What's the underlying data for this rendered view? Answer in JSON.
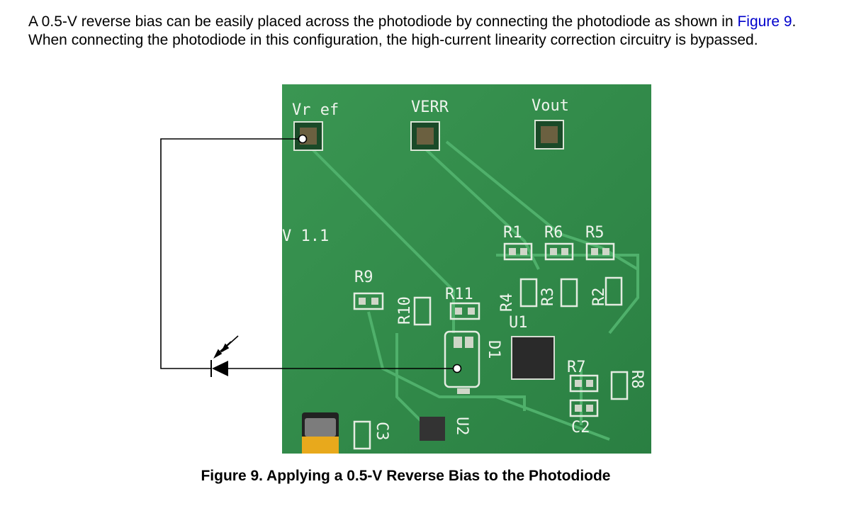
{
  "paragraph": {
    "text_before": "A 0.5-V reverse bias can be easily placed across the photodiode by connecting the photodiode as shown in ",
    "link_text": "Figure 9",
    "text_after": ". When connecting the photodiode in this configuration, the high-current linearity correction circuitry is bypassed."
  },
  "figure": {
    "caption": "Figure 9. Applying a 0.5-V Reverse Bias to the Photodiode",
    "board_labels": {
      "vref": "Vr ef",
      "verr": "VERR",
      "vout": "Vout",
      "version": "V 1.1",
      "r1": "R1",
      "r6": "R6",
      "r5": "R5",
      "r9": "R9",
      "r10": "R10",
      "r11": "R11",
      "r4": "R4",
      "r3": "R3",
      "r2": "R2",
      "u1": "U1",
      "d1": "D1",
      "r7": "R7",
      "r8": "R8",
      "c2": "C2",
      "c3": "C3",
      "u2": "U2"
    },
    "colors": {
      "board": "#2f8b4a",
      "trace": "#45a562",
      "silkscreen": "#e8f0e6",
      "pad": "#c9d2c2"
    }
  }
}
